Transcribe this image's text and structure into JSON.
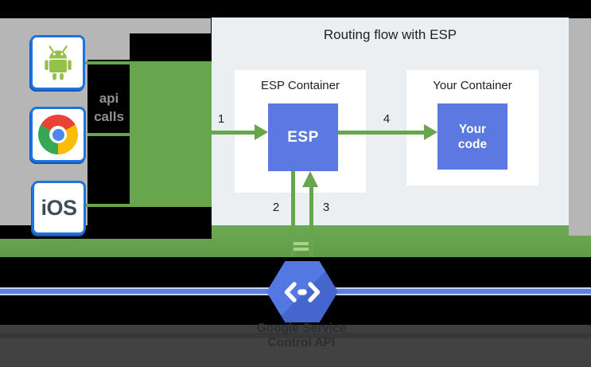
{
  "diagram": {
    "title": "Routing flow with ESP",
    "clients": {
      "android": {
        "icon": "android-robot"
      },
      "chrome": {
        "icon": "chrome-logo"
      },
      "ios": {
        "label": "iOS"
      }
    },
    "api_calls": {
      "line1": "api",
      "line2": "calls"
    },
    "esp_container": {
      "title": "ESP Container",
      "box_label": "ESP"
    },
    "your_container": {
      "title": "Your Container",
      "box_line1": "Your",
      "box_line2": "code"
    },
    "steps": {
      "n1": "1",
      "n2": "2",
      "n3": "3",
      "n4": "4"
    },
    "service": {
      "icon": "cloud-endpoints-hexagon",
      "caption_line1": "Google Service",
      "caption_line2": "Control API"
    },
    "colors": {
      "arrow_green": "#68a64e",
      "box_blue": "#5b79e0",
      "hexagon_blue": "#4e72da",
      "panel_gray": "#eceff1",
      "strip_gray": "#b6b6b6",
      "rule_blue": "#5d7fe7",
      "bottom_bar": "#414141",
      "tile_border_blue": "#1e73e3"
    }
  }
}
